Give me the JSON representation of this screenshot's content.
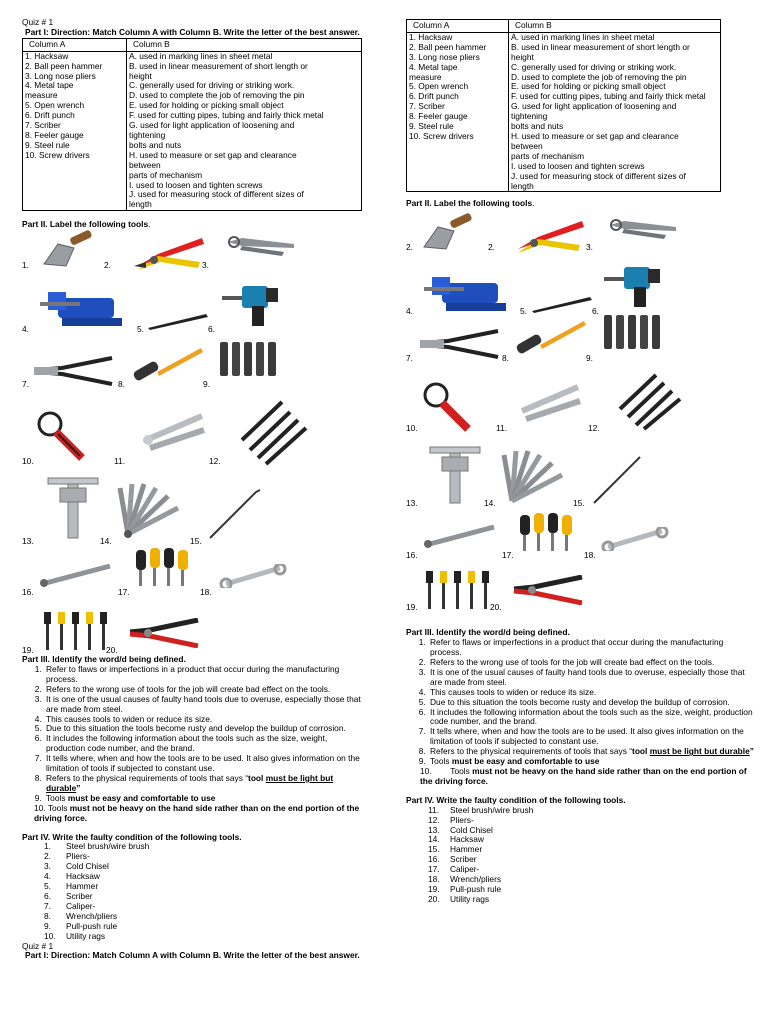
{
  "quiz_title": "Quiz # 1",
  "part1": {
    "direction": "Part I: Direction: Match Column A with Column B. Write the letter of the best answer.",
    "col_a_header": "Column A",
    "col_b_header": "Column B",
    "col_a": [
      "1. Hacksaw",
      "2. Ball peen hammer",
      "3. Long nose pliers",
      "4. Metal tape",
      "measure",
      "5. Open wrench",
      "6. Drift punch",
      "7. Scriber",
      "8. Feeler gauge",
      "9. Steel rule",
      "10. Screw drivers"
    ],
    "col_b": [
      "A. used in marking lines in sheet metal",
      "B. used in linear measurement of short length or",
      "height",
      "C. generally used for driving or striking work.",
      "D. used to complete the job of removing the pin",
      "E. used for holding or picking small object",
      "F. used for cutting pipes, tubing and fairly thick metal",
      "G. used for light application of loosening and",
      "tightening",
      "bolts and nuts",
      "H. used to measure or set gap and clearance",
      "between",
      "parts of mechanism",
      "I. used to loosen and tighten screws",
      "J. used for measuring stock of different sizes of",
      "length"
    ]
  },
  "part2": {
    "title": "Part II. Label the following tools",
    "period": ".",
    "labels": [
      "1.",
      "2.",
      "3.",
      "4.",
      "5.",
      "6.",
      "7.",
      "8.",
      "9.",
      "10.",
      "11.",
      "12.",
      "13.",
      "14.",
      "15.",
      "16.",
      "17.",
      "18.",
      "19.",
      "20."
    ],
    "labels_right": [
      "2.",
      "2.",
      "3.",
      "4.",
      "5.",
      "6.",
      "7.",
      "8.",
      "9.",
      "10.",
      "11.",
      "12.",
      "13.",
      "14.",
      "15.",
      "16.",
      "17.",
      "18.",
      "19.",
      "20."
    ]
  },
  "part3": {
    "title": "Part III. Identify the word/d being defined.",
    "items": [
      "Refer to flaws or imperfections in a product that occur during the manufacturing process.",
      "Refers to the wrong use of tools for the job will create bad effect on the tools.",
      "It is one of the usual causes of faulty hand tools due to overuse, especially those that are made from steel.",
      "This causes tools to widen or reduce its size.",
      "Due to this situation the tools become rusty and develop the buildup of corrosion.",
      "It includes the following information about the tools such as the size, weight, production code number, and the brand.",
      "It tells where, when and how the tools are to be used. It also gives information on the limitation of tools if subjected to constant use."
    ],
    "item8_pre": "Refers to the physical requirements of tools that says “",
    "item8_bold": "tool ",
    "item8_ul": "must be light but durable",
    "item8_post": "”",
    "item9_pre": "Tools ",
    "item9_bold": "must be easy and comfortable to use",
    "item10_num": "10.",
    "item10_pre": "Tools ",
    "item10_bold": "must not be heavy on the hand side rather than on the end portion of the driving force."
  },
  "part4": {
    "title": "Part IV. Write the faulty condition of the following tools.",
    "items_left": [
      {
        "n": "1.",
        "t": "Steel brush/wire brush"
      },
      {
        "n": "2.",
        "t": "Pliers-"
      },
      {
        "n": "3.",
        "t": "Cold Chisel"
      },
      {
        "n": "4.",
        "t": "Hacksaw"
      },
      {
        "n": "5.",
        "t": "Hammer"
      },
      {
        "n": "6.",
        "t": "Scriber"
      },
      {
        "n": "7.",
        "t": "Caliper-"
      },
      {
        "n": "8.",
        "t": "Wrench/pliers"
      },
      {
        "n": "9.",
        "t": "Pull-push rule"
      },
      {
        "n": "10.",
        "t": "Utility rags"
      }
    ],
    "items_right": [
      {
        "n": "11.",
        "t": "Steel brush/wire brush"
      },
      {
        "n": "12.",
        "t": "Pliers-"
      },
      {
        "n": "13.",
        "t": "Cold Chisel"
      },
      {
        "n": "14.",
        "t": "Hacksaw"
      },
      {
        "n": "15.",
        "t": "Hammer"
      },
      {
        "n": "16.",
        "t": "Scriber"
      },
      {
        "n": "17.",
        "t": "Caliper-"
      },
      {
        "n": "18.",
        "t": "Wrench/pliers"
      },
      {
        "n": "19.",
        "t": "Pull-push rule"
      },
      {
        "n": "20.",
        "t": "Utility rags"
      }
    ]
  }
}
